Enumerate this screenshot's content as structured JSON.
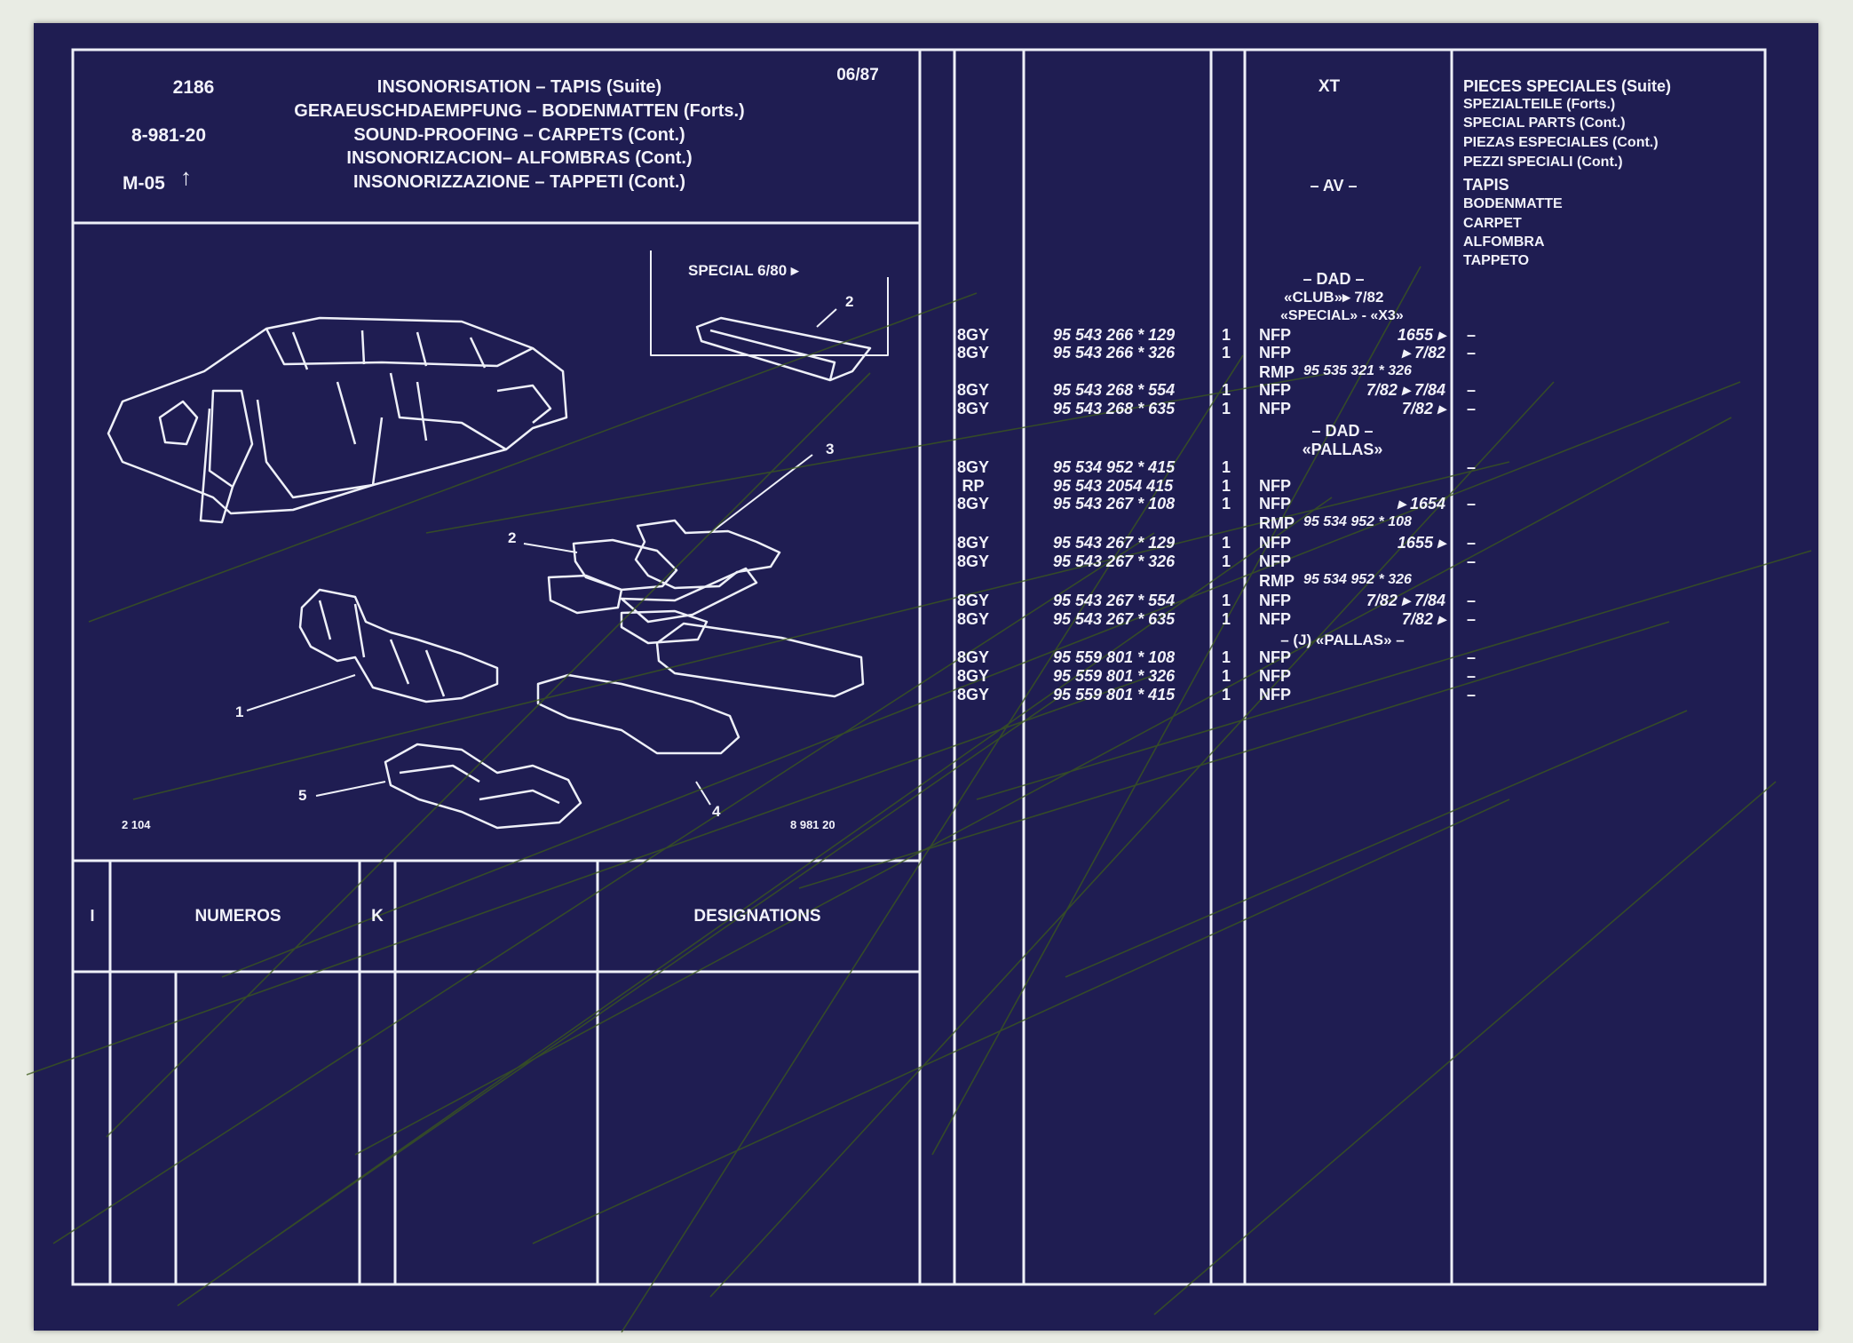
{
  "header": {
    "page_number": "2186",
    "group_code": "8-981-20",
    "model_code": "M-05",
    "date": "06/87",
    "titles": [
      "INSONORISATION – TAPIS (Suite)",
      "GERAEUSCHDAEMPFUNG – BODENMATTEN (Forts.)",
      "SOUND-PROOFING – CARPETS (Cont.)",
      "INSONORIZACION– ALFOMBRAS (Cont.)",
      "INSONORIZZAZIONE – TAPPETI (Cont.)"
    ],
    "model_col": "XT",
    "position": "– AV –"
  },
  "special_parts": {
    "heading": "PIECES SPECIALES (Suite)",
    "translations": [
      "SPEZIALTEILE (Forts.)",
      "SPECIAL PARTS (Cont.)",
      "PIEZAS ESPECIALES (Cont.)",
      "PEZZI SPECIALI (Cont.)"
    ],
    "item_heading": "TAPIS",
    "item_translations": [
      "BODENMATTE",
      "CARPET",
      "ALFOMBRA",
      "TAPPETO"
    ]
  },
  "illustration": {
    "inset_label": "SPECIAL 6/80 ▸",
    "callouts": [
      "1",
      "2",
      "2",
      "3",
      "5",
      "4"
    ],
    "ref_left": "2 104",
    "ref_right": "8 981 20"
  },
  "table_headers": {
    "col_index": "I",
    "col_numbers": "NUMEROS",
    "col_k": "K",
    "col_designations": "DESIGNATIONS"
  },
  "group_labels": {
    "dad_1": "– DAD –",
    "club": "«CLUB»▸ 7/82",
    "special": "«SPECIAL» - «X3»",
    "dad_2": "– DAD –",
    "pallas": "«PALLAS»",
    "j_pallas": "– (J) «PALLAS» –"
  },
  "parts": [
    {
      "code": "8GY",
      "number": "95 543 266 * 129",
      "qty": "1",
      "note": "NFP",
      "range": "1655 ▸",
      "dash": "–"
    },
    {
      "code": "8GY",
      "number": "95 543 266 * 326",
      "qty": "1",
      "note": "NFP",
      "range": "▸ 7/82",
      "dash": "–"
    },
    {
      "code": "",
      "number": "",
      "qty": "",
      "note": "RMP",
      "range": "95 535 321 * 326",
      "dash": ""
    },
    {
      "code": "8GY",
      "number": "95 543 268 * 554",
      "qty": "1",
      "note": "NFP",
      "range": "7/82 ▸ 7/84",
      "dash": "–"
    },
    {
      "code": "8GY",
      "number": "95 543 268 * 635",
      "qty": "1",
      "note": "NFP",
      "range": "7/82 ▸",
      "dash": "–"
    },
    {
      "code": "8GY",
      "number": "95 534 952 * 415",
      "qty": "1",
      "note": "",
      "range": "",
      "dash": "–"
    },
    {
      "code": "RP",
      "number": "95 543 2054 415",
      "qty": "1",
      "note": "NFP",
      "range": "",
      "dash": ""
    },
    {
      "code": "8GY",
      "number": "95 543 267 * 108",
      "qty": "1",
      "note": "NFP",
      "range": "▸ 1654",
      "dash": "–"
    },
    {
      "code": "",
      "number": "",
      "qty": "",
      "note": "RMP",
      "range": "95 534 952 * 108",
      "dash": ""
    },
    {
      "code": "8GY",
      "number": "95 543 267 * 129",
      "qty": "1",
      "note": "NFP",
      "range": "1655 ▸",
      "dash": "–"
    },
    {
      "code": "8GY",
      "number": "95 543 267 * 326",
      "qty": "1",
      "note": "NFP",
      "range": "",
      "dash": "–"
    },
    {
      "code": "",
      "number": "",
      "qty": "",
      "note": "RMP",
      "range": "95 534 952 * 326",
      "dash": ""
    },
    {
      "code": "8GY",
      "number": "95 543 267 * 554",
      "qty": "1",
      "note": "NFP",
      "range": "7/82 ▸ 7/84",
      "dash": "–"
    },
    {
      "code": "8GY",
      "number": "95 543 267 * 635",
      "qty": "1",
      "note": "NFP",
      "range": "7/82 ▸",
      "dash": "–"
    },
    {
      "code": "8GY",
      "number": "95 559 801 * 108",
      "qty": "1",
      "note": "NFP",
      "range": "",
      "dash": "–"
    },
    {
      "code": "8GY",
      "number": "95 559 801 * 326",
      "qty": "1",
      "note": "NFP",
      "range": "",
      "dash": "–"
    },
    {
      "code": "8GY",
      "number": "95 559 801 * 415",
      "qty": "1",
      "note": "NFP",
      "range": "",
      "dash": "–"
    }
  ],
  "colors": {
    "sheet": "#1f1d52",
    "ink": "#f2f2fa",
    "scratch": "#3c5a1a"
  }
}
